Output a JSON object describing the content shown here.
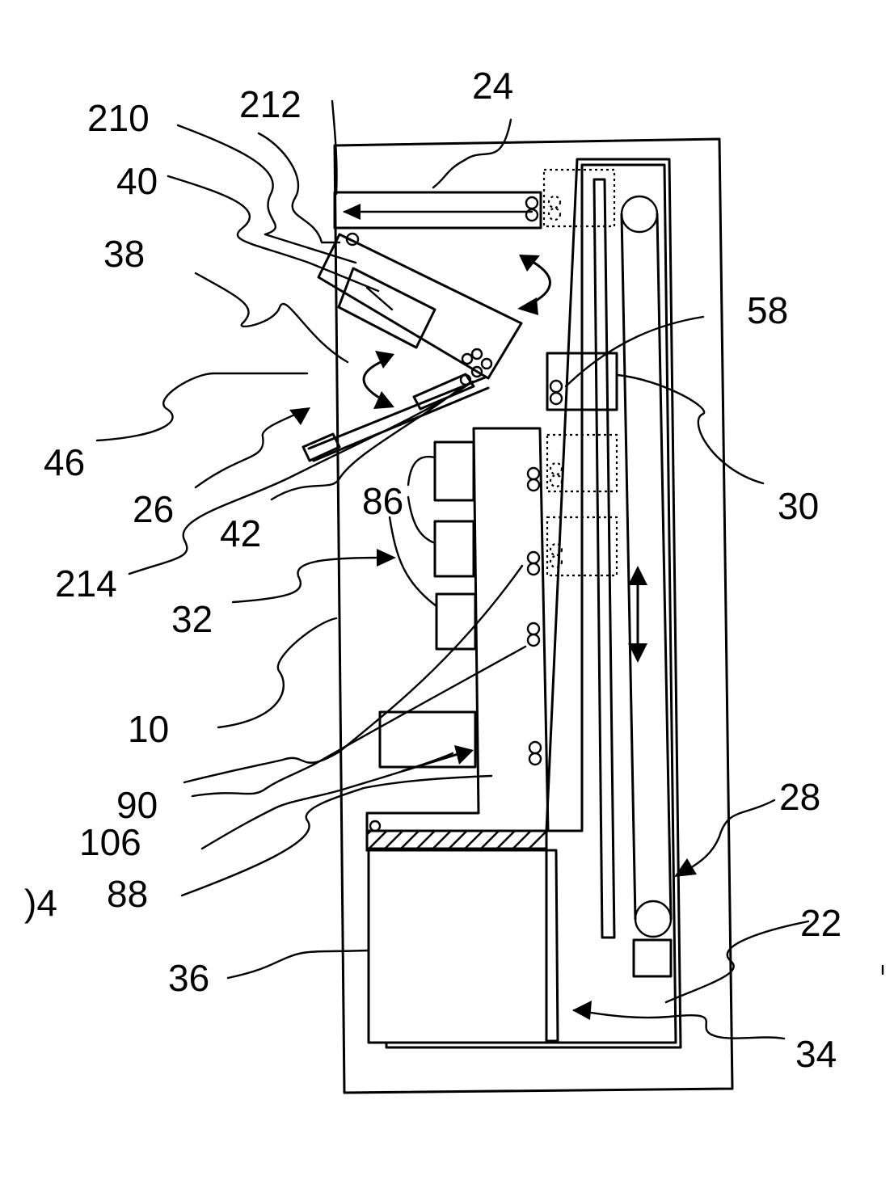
{
  "labels": {
    "l24": "24",
    "l210": "210",
    "l212": "212",
    "l40": "40",
    "l38": "38",
    "l58": "58",
    "l46": "46",
    "l26": "26",
    "l42": "42",
    "l30": "30",
    "l86": "86",
    "l214": "214",
    "l32": "32",
    "l10": "10",
    "l90": "90",
    "l28": "28",
    "l106": "106",
    "l104": ")4",
    "l88": "88",
    "l22": "22",
    "l36": "36",
    "l34": "34"
  }
}
